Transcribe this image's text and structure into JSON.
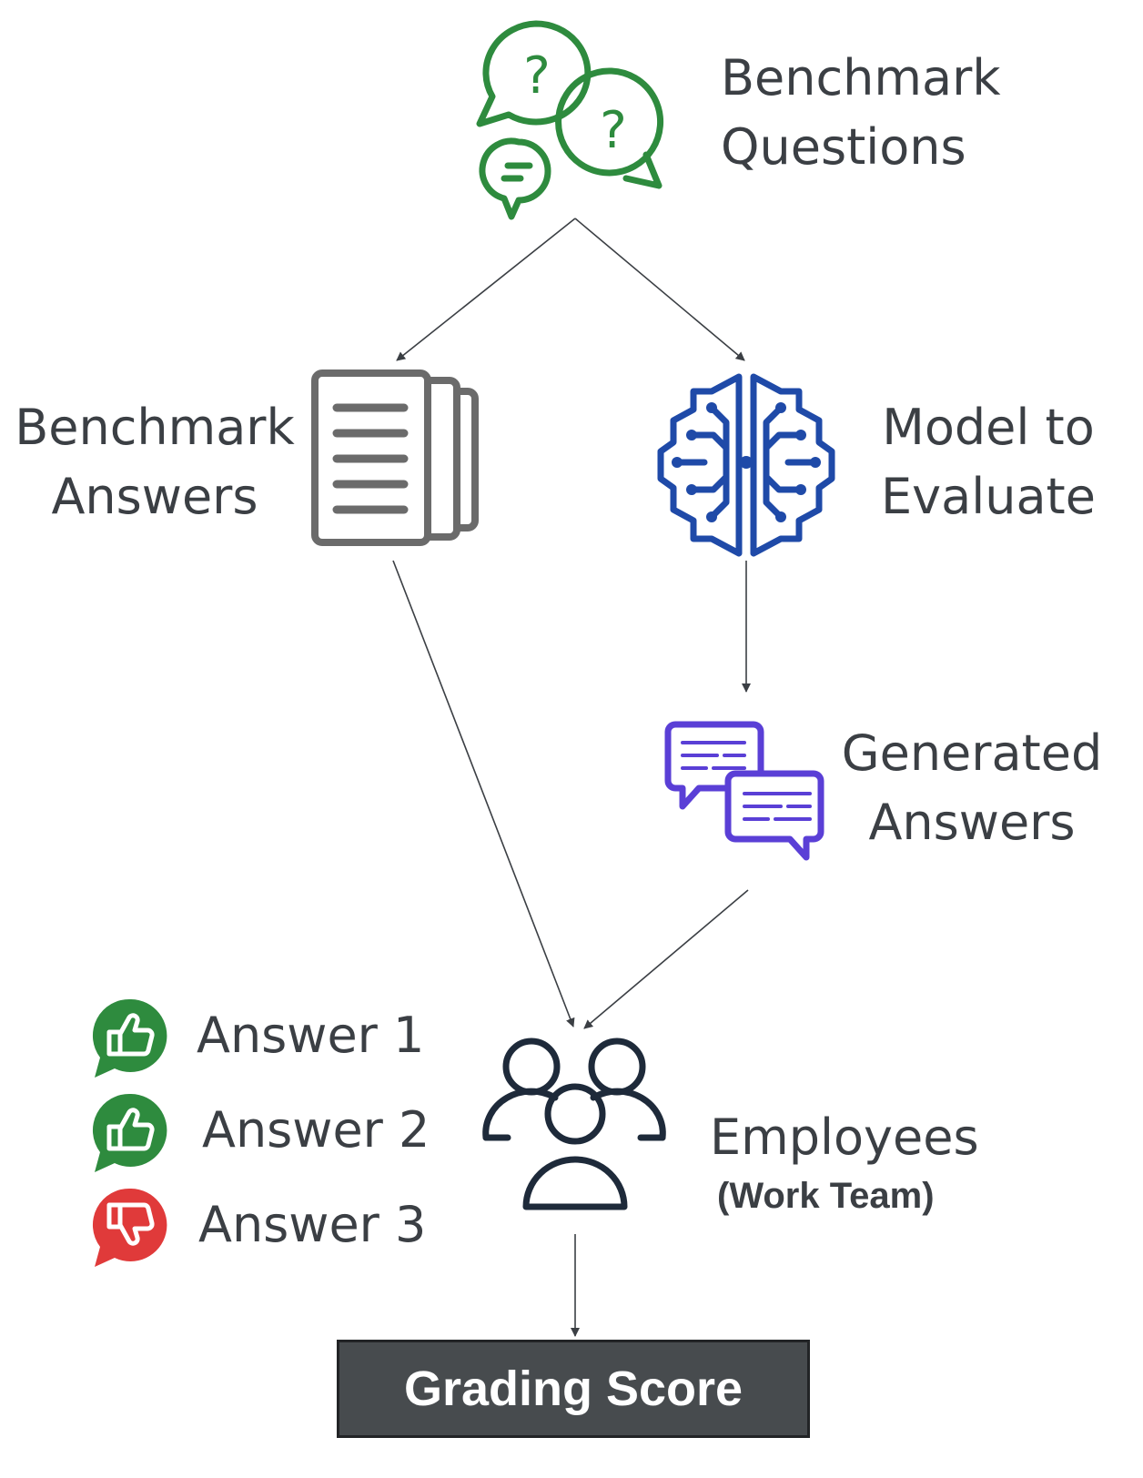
{
  "nodes": {
    "benchmark_questions": {
      "line1": "Benchmark",
      "line2": "Questions",
      "icon": "question-bubbles-icon",
      "color": "#2e8b3e"
    },
    "benchmark_answers": {
      "line1": "Benchmark",
      "line2": "Answers",
      "icon": "document-stack-icon",
      "color": "#6b6b6b"
    },
    "model_to_evaluate": {
      "line1": "Model to",
      "line2": "Evaluate",
      "icon": "brain-circuit-icon",
      "color": "#1f4aa8"
    },
    "generated_answers": {
      "line1": "Generated",
      "line2": "Answers",
      "icon": "chat-bubbles-icon",
      "color": "#5a3fd6"
    },
    "employees": {
      "line1": "Employees",
      "line2": "(Work Team)",
      "icon": "people-group-icon",
      "color": "#1e2a3a"
    }
  },
  "answers": [
    {
      "label": "Answer 1",
      "vote": "thumbs-up",
      "color": "#2e8b3e"
    },
    {
      "label": "Answer 2",
      "vote": "thumbs-up",
      "color": "#2e8b3e"
    },
    {
      "label": "Answer 3",
      "vote": "thumbs-down",
      "color": "#e03a3a"
    }
  ],
  "result": {
    "label": "Grading Score",
    "color": "#474b4e"
  }
}
